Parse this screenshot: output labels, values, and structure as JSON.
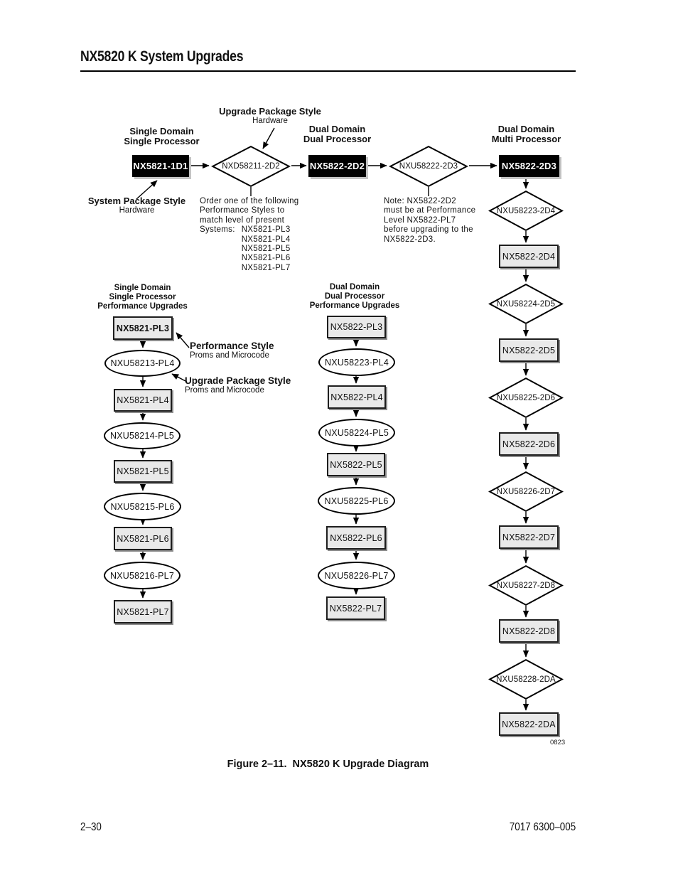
{
  "page": {
    "title": "NX5820 K System Upgrades",
    "caption": "Figure 2–11.  NX5820 K Upgrade Diagram",
    "footer_left": "2–30",
    "footer_right": "7017 6300–005",
    "plate_number": "0823"
  },
  "colors": {
    "node_fill": "#e9e9e9",
    "node_black": "#000000",
    "text": "#111111"
  },
  "labels": {
    "upgrade_package_style": "Upgrade Package Style",
    "upgrade_package_style_sub": "Hardware",
    "system_package_style": "System Package Style",
    "system_package_style_sub": "Hardware",
    "performance_style": "Performance Style",
    "performance_style_sub": "Proms and Microcode",
    "upgrade_package_style2": "Upgrade Package Style",
    "upgrade_package_style2_sub": "Proms and Microcode"
  },
  "headers": {
    "single_single": [
      "Single Domain",
      "Single Processor"
    ],
    "dual_dual": [
      "Dual Domain",
      "Dual Processor"
    ],
    "dual_multi": [
      "Dual Domain",
      "Multi Processor"
    ],
    "left_col": [
      "Single Domain",
      "Single Processor",
      "Performance Upgrades"
    ],
    "mid_col": [
      "Dual Domain",
      "Dual Processor",
      "Performance Upgrades"
    ]
  },
  "top_nodes": {
    "start": "NX5821-1D1",
    "d1": "NXD58211-2D2",
    "mid": "NX5822-2D2",
    "d2": "NXU58222-2D3",
    "end": "NX5822-2D3"
  },
  "order_note": {
    "lines": [
      "Order one of the following",
      "Performance Styles to",
      "match level of present"
    ],
    "systems_label": "Systems:",
    "systems": [
      "NX5821-PL3",
      "NX5821-PL4",
      "NX5821-PL5",
      "NX5821-PL6",
      "NX5821-PL7"
    ]
  },
  "note": {
    "lines": [
      "Note: NX5822-2D2",
      "must be at Performance",
      "Level NX5822-PL7",
      "before upgrading to the",
      "NX5822-2D3."
    ]
  },
  "left_chain": [
    "NX5821-PL3",
    "NXU58213-PL4",
    "NX5821-PL4",
    "NXU58214-PL5",
    "NX5821-PL5",
    "NXU58215-PL6",
    "NX5821-PL6",
    "NXU58216-PL7",
    "NX5821-PL7"
  ],
  "mid_chain": [
    "NX5822-PL3",
    "NXU58223-PL4",
    "NX5822-PL4",
    "NXU58224-PL5",
    "NX5822-PL5",
    "NXU58225-PL6",
    "NX5822-PL6",
    "NXU58226-PL7",
    "NX5822-PL7"
  ],
  "right_chain": [
    "NXU58223-2D4",
    "NX5822-2D4",
    "NXU58224-2D5",
    "NX5822-2D5",
    "NXU58225-2D6",
    "NX5822-2D6",
    "NXU58226-2D7",
    "NX5822-2D7",
    "NXU58227-2D8",
    "NX5822-2D8",
    "NXU58228-2DA",
    "NX5822-2DA"
  ]
}
